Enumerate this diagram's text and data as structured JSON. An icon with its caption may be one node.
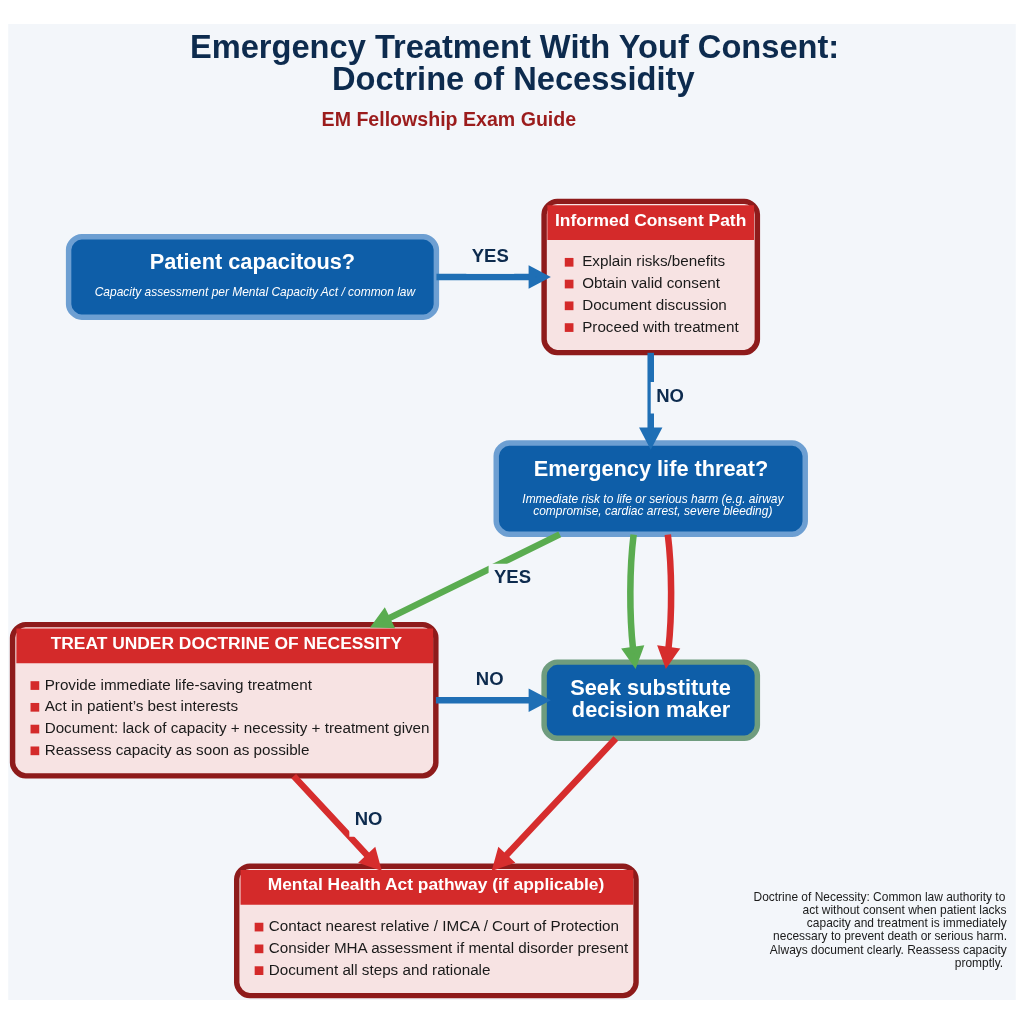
{
  "diagram": {
    "title": "Emergency Treatment With Youf Consent: Doctrine of Necessidity",
    "nodes": [
      {
        "text": [
          "Patient capacitous?",
          "Capacity assessment per Mental Capacity Act / common law"
        ]
      },
      {
        "text": [
          "Informed Consent Path",
          "Explain risks/benefits",
          "Obtain valid consent",
          "Document discussion",
          "Proceed with treatment"
        ]
      },
      {
        "text": [
          "Emergency life threat?",
          "Immediate risk to life or serious harm (e.g. airway compromise, cardiac arrest, severe bleeding)"
        ]
      },
      {
        "text": [
          "TREAT UNDER DOCTRINE OF NECESSITY",
          "Provide immediate life-saving treatment",
          "Act in patient’s best interests",
          "Document: lack of capacity + necessity + treatment given",
          "Reassess capacity as soon as possible"
        ]
      },
      {
        "text": [
          "Seek substitute decision maker"
        ]
      },
      {
        "text": [
          "Mental Health Act pathway (if applicable)",
          "Contact nearest relative / IMCA / Court of Protection",
          "Consider MHA assessment if mental disorder present",
          "Document all steps and rationale"
        ]
      }
    ],
    "edges": [
      {
        "from": 0,
        "to": 1,
        "arrow": "to",
        "label": "YES",
        "color": "#1f6fb5"
      },
      {
        "from": 1,
        "to": 2,
        "arrow": "to",
        "label": "NO",
        "color": "#1f6fb5"
      },
      {
        "from": 2,
        "to": 3,
        "arrow": "to",
        "label": "YES",
        "color": "#5aac50"
      },
      {
        "from": 2,
        "to": 4,
        "arrow": "to",
        "color": "#5aac50"
      },
      {
        "from": 2,
        "to": 4,
        "arrow": "to",
        "color": "#d62d2d"
      },
      {
        "from": 3,
        "to": 4,
        "arrow": "to",
        "label": "NO",
        "color": "#1f6fb5"
      },
      {
        "from": 3,
        "to": 5,
        "arrow": "to",
        "label": "NO",
        "color": "#d62d2d"
      },
      {
        "from": 4,
        "to": 5,
        "arrow": "to",
        "color": "#d62d2d"
      }
    ],
    "labels": [
      "EM Fellowship Exam Guide",
      "Doctrine of Necessity: Common law authority to act without consent when patient lacks capacity and treatment is immediately necessary to prevent death or serious harm. Always document clearly. Reassess capacity promptly."
    ]
  }
}
